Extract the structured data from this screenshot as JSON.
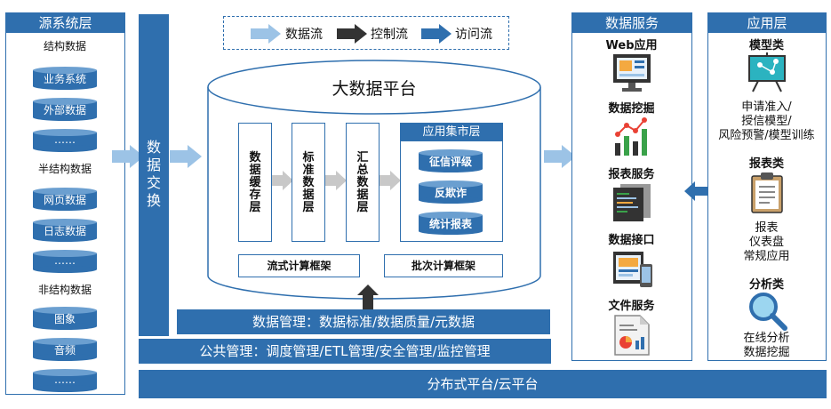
{
  "legend": {
    "data_flow": "数据流",
    "control_flow": "控制流",
    "access_flow": "访问流"
  },
  "source_layer": {
    "title": "源系统层",
    "structured": {
      "label": "结构数据",
      "items": [
        "业务系统",
        "外部数据",
        "……"
      ]
    },
    "semi_structured": {
      "label": "半结构数据",
      "items": [
        "网页数据",
        "日志数据",
        "……"
      ]
    },
    "unstructured": {
      "label": "非结构数据",
      "items": [
        "图象",
        "音频",
        "……"
      ]
    }
  },
  "data_exchange": "数据交换",
  "platform": {
    "title": "大数据平台",
    "layers": [
      "数据缓存层",
      "标准数据层",
      "汇总数据层"
    ],
    "mart": {
      "title": "应用集市层",
      "items": [
        "征信评级",
        "反欺诈",
        "统计报表"
      ]
    },
    "stream_framework": "流式计算框架",
    "batch_framework": "批次计算框架"
  },
  "data_management": "数据管理：数据标准/数据质量/元数据",
  "public_management": "公共管理：调度管理/ETL管理/安全管理/监控管理",
  "distributed_platform": "分布式平台/云平台",
  "data_services": {
    "title": "数据服务",
    "items": [
      "Web应用",
      "数据挖掘",
      "报表服务",
      "数据接口",
      "文件服务"
    ]
  },
  "app_layer": {
    "title": "应用层",
    "model": {
      "title": "模型类",
      "desc": [
        "申请准入/",
        "授信模型/",
        "风险预警/模型训练"
      ]
    },
    "report": {
      "title": "报表类",
      "desc": [
        "报表",
        "仪表盘",
        "常规应用"
      ]
    },
    "analysis": {
      "title": "分析类",
      "desc": [
        "在线分析",
        "数据挖掘"
      ]
    }
  },
  "colors": {
    "primary": "#2f6fae",
    "arrow_light": "#9cc3e6",
    "arrow_dark": "#333333",
    "gray_arrow": "#c8c8c8"
  }
}
